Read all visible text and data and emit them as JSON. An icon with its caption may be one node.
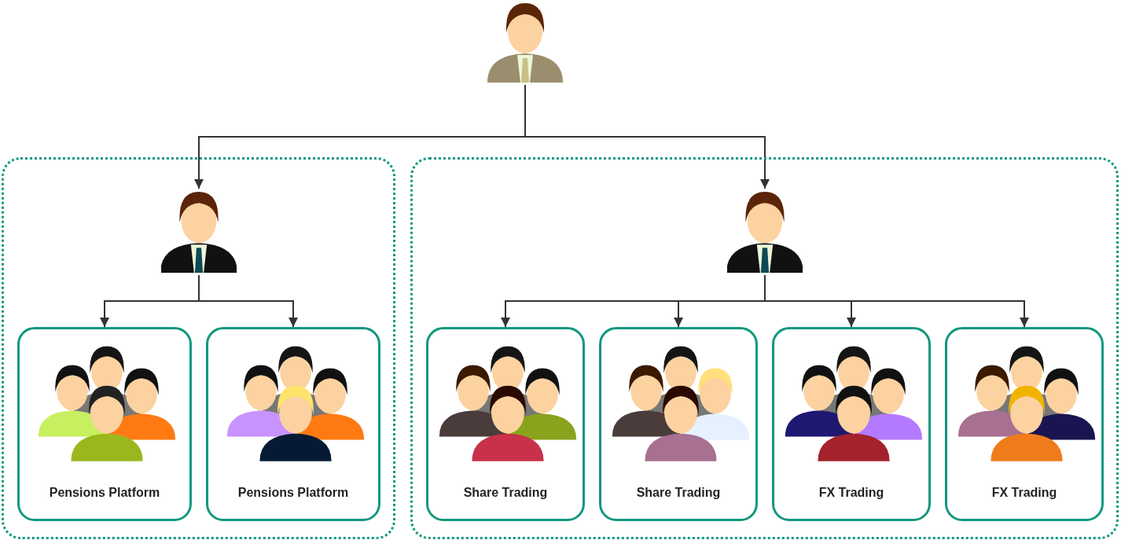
{
  "diagram": {
    "nodes": [
      {
        "text": [],
        "shape": "person"
      },
      {
        "text": [],
        "shape": "box"
      },
      {
        "text": [],
        "shape": "box"
      },
      {
        "text": [],
        "shape": "person",
        "in": 1
      },
      {
        "text": [],
        "shape": "person",
        "in": 2
      },
      {
        "text": [
          "Pensions Platform"
        ],
        "in": 1
      },
      {
        "text": [
          "Pensions Platform"
        ],
        "in": 1
      },
      {
        "text": [
          "Share Trading"
        ],
        "in": 2
      },
      {
        "text": [
          "Share Trading"
        ],
        "in": 2
      },
      {
        "text": [
          "FX Trading"
        ],
        "in": 2
      },
      {
        "text": [
          "FX Trading"
        ],
        "in": 2
      }
    ],
    "edges": [
      {
        "from": 0,
        "to": 3,
        "arrow": "to"
      },
      {
        "from": 0,
        "to": 4,
        "arrow": "to"
      },
      {
        "from": 3,
        "to": 5,
        "arrow": "to"
      },
      {
        "from": 3,
        "to": 6,
        "arrow": "to"
      },
      {
        "from": 4,
        "to": 7,
        "arrow": "to"
      },
      {
        "from": 4,
        "to": 8,
        "arrow": "to"
      },
      {
        "from": 4,
        "to": 9,
        "arrow": "to"
      },
      {
        "from": 4,
        "to": 10,
        "arrow": "to"
      }
    ]
  }
}
